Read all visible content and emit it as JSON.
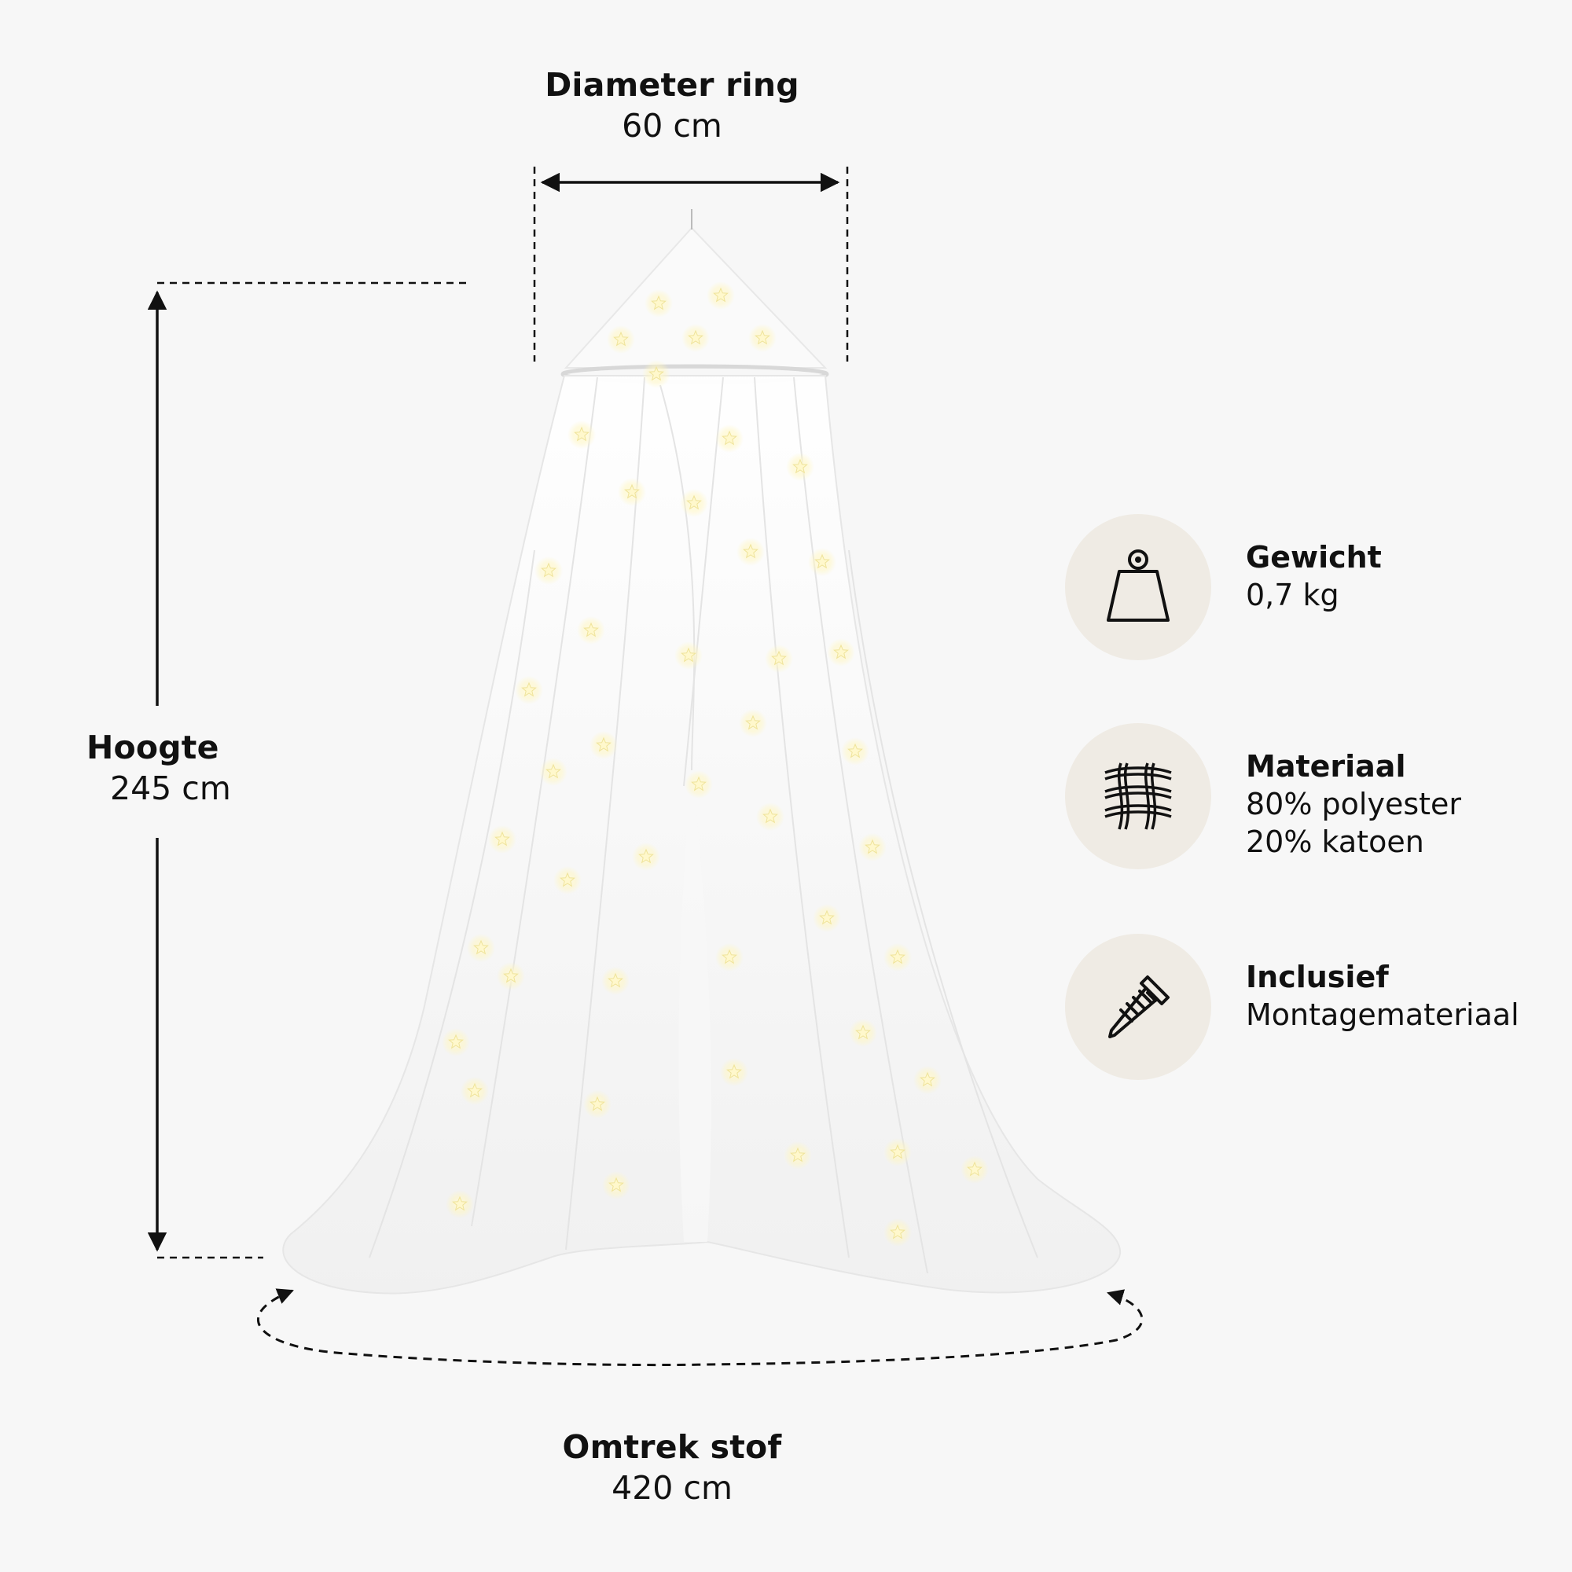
{
  "dimensions": {
    "diameter": {
      "title": "Diameter ring",
      "value": "60 cm"
    },
    "height": {
      "title": "Hoogte",
      "value": "245 cm"
    },
    "circumference": {
      "title": "Omtrek stof",
      "value": "420 cm"
    }
  },
  "features": [
    {
      "title": "Gewicht",
      "lines": [
        "0,7 kg"
      ],
      "icon": "weight-icon"
    },
    {
      "title": "Materiaal",
      "lines": [
        "80% polyester",
        "20% katoen"
      ],
      "icon": "fabric-weave-icon"
    },
    {
      "title": "Inclusief",
      "lines": [
        "Montagemateriaal"
      ],
      "icon": "screw-icon"
    }
  ],
  "colors": {
    "background": "#f7f7f7",
    "icon_circle": "#efebe4",
    "text": "#111111",
    "star_glow": "#fff8cc"
  }
}
